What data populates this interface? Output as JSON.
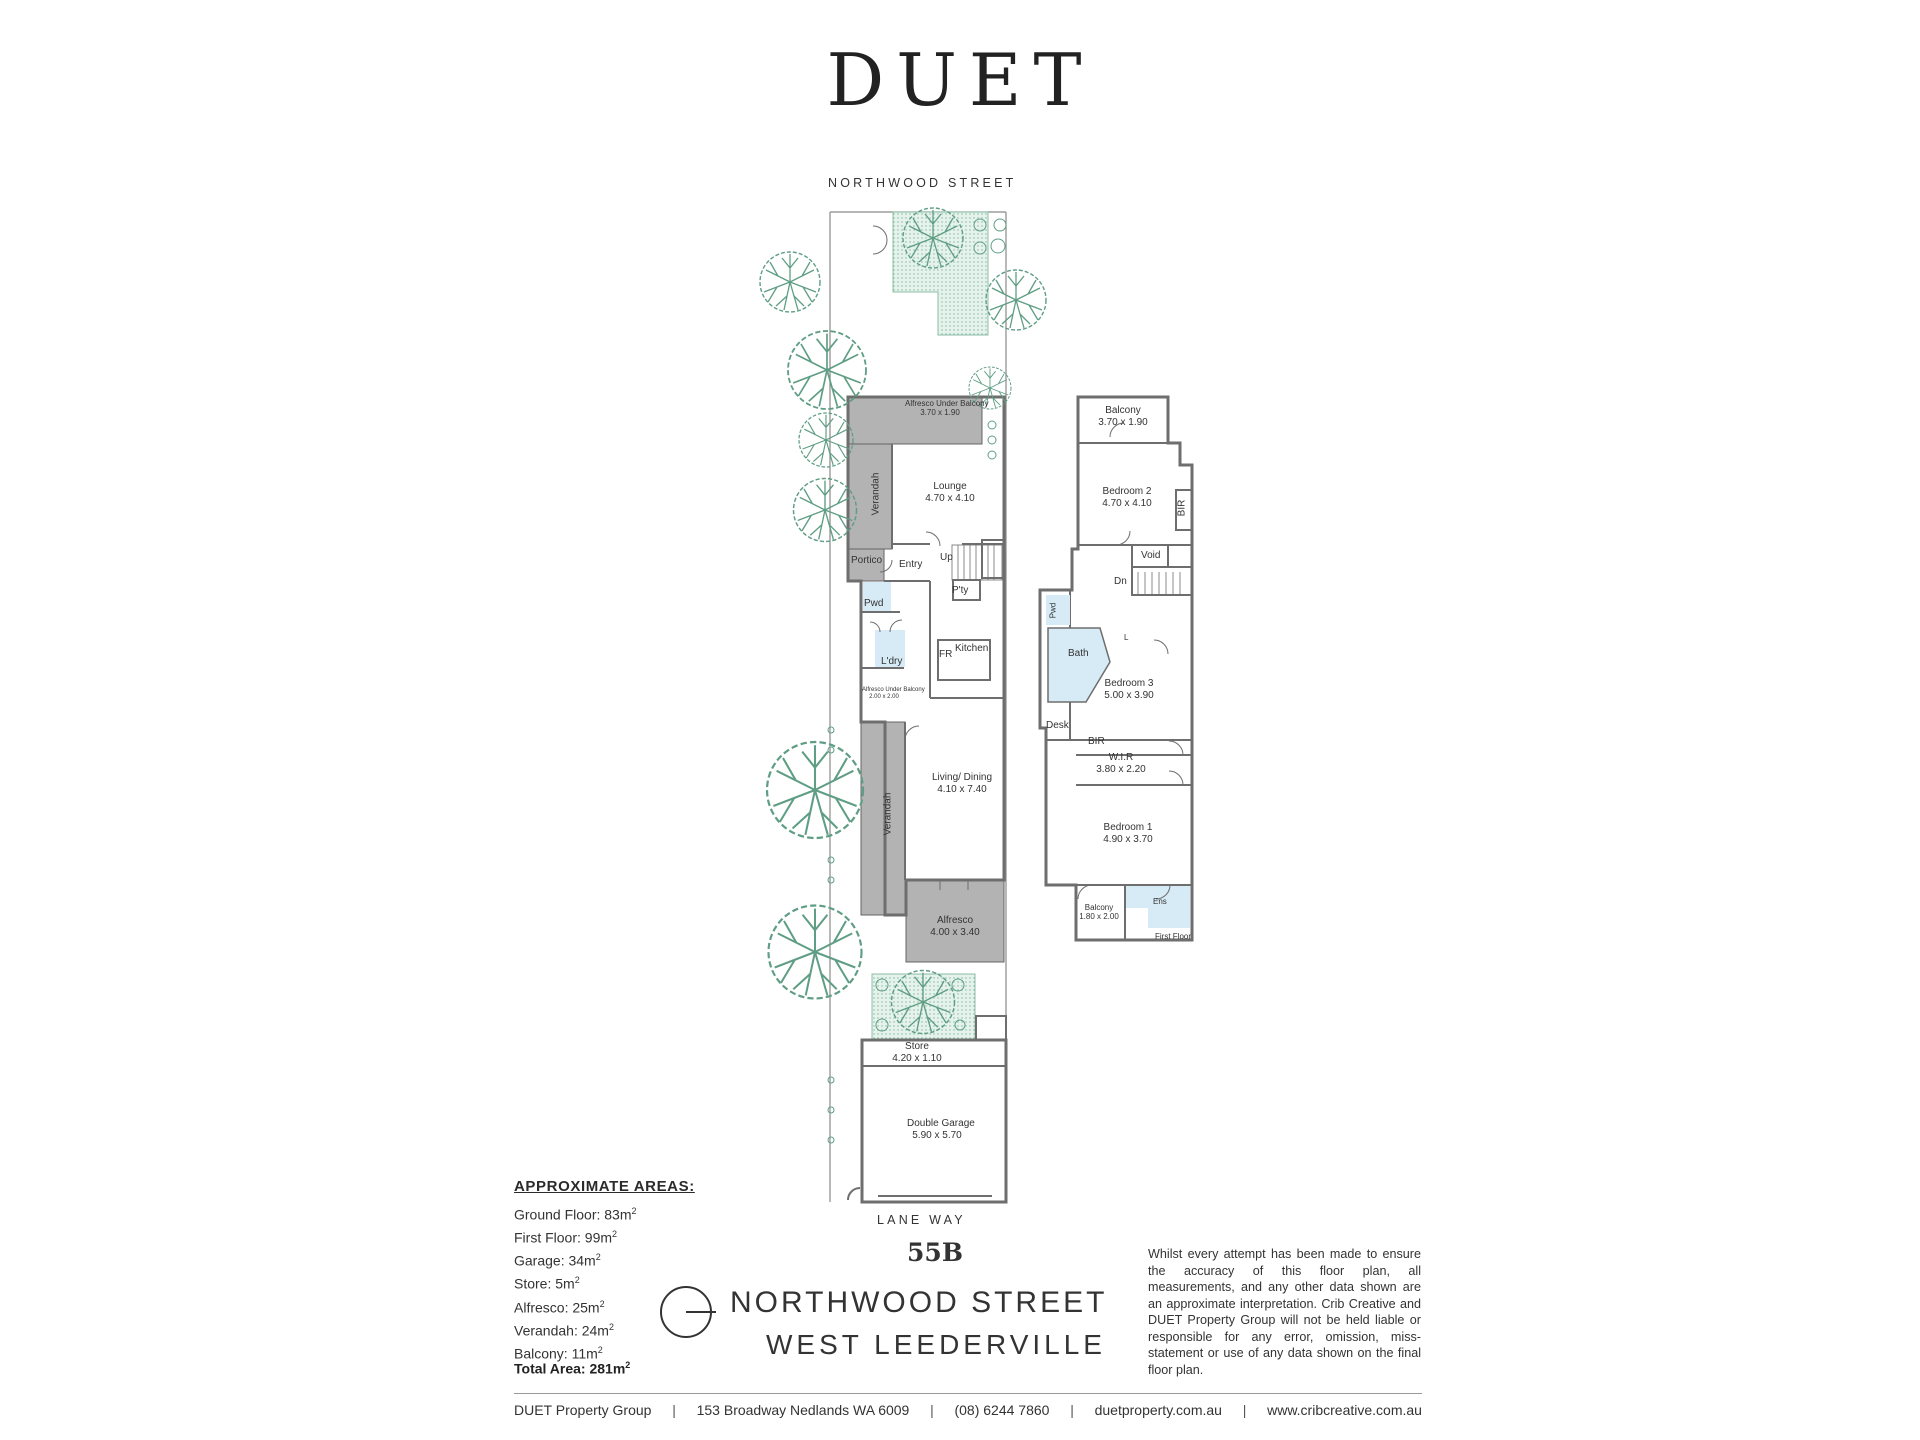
{
  "brand": "DUET",
  "streets": {
    "top": "NORTHWOOD STREET",
    "bottom": "LANE WAY"
  },
  "ground_floor_rooms": [
    {
      "name": "Alfresco Under Balcony",
      "size": "3.70 x 1.90"
    },
    {
      "name": "Verandah"
    },
    {
      "name": "Lounge",
      "size": "4.70 x 4.10"
    },
    {
      "name": "Portico"
    },
    {
      "name": "Entry"
    },
    {
      "name": "Up"
    },
    {
      "name": "P'ty"
    },
    {
      "name": "Pwd"
    },
    {
      "name": "Kitchen"
    },
    {
      "name": "FR"
    },
    {
      "name": "L'dry"
    },
    {
      "name": "Alfresco Under Balcony",
      "size": "2.00 x 2.00"
    },
    {
      "name": "Living/ Dining",
      "size": "4.10 x 7.40"
    },
    {
      "name": "Verandah"
    },
    {
      "name": "Alfresco",
      "size": "4.00 x 3.40"
    },
    {
      "name": "Store",
      "size": "4.20 x 1.10"
    },
    {
      "name": "Double Garage",
      "size": "5.90 x 5.70"
    }
  ],
  "first_floor_rooms": [
    {
      "name": "Balcony",
      "size": "3.70 x 1.90"
    },
    {
      "name": "Bedroom 2",
      "size": "4.70 x 4.10"
    },
    {
      "name": "BIR"
    },
    {
      "name": "Void"
    },
    {
      "name": "Dn"
    },
    {
      "name": "Pwd"
    },
    {
      "name": "L"
    },
    {
      "name": "Bath"
    },
    {
      "name": "Bedroom 3",
      "size": "5.00 x 3.90"
    },
    {
      "name": "Desk"
    },
    {
      "name": "BIR"
    },
    {
      "name": "W.I.R",
      "size": "3.80 x 2.20"
    },
    {
      "name": "Bedroom 1",
      "size": "4.90 x 3.70"
    },
    {
      "name": "Balcony",
      "size": "1.80 x 2.00"
    },
    {
      "name": "Ens"
    }
  ],
  "first_floor_caption": "First Floor",
  "areas": {
    "title": "APPROXIMATE AREAS:",
    "items": [
      "Ground Floor: 83m",
      "First Floor: 99m",
      "Garage: 34m",
      "Store: 5m",
      "Alfresco: 25m",
      "Verandah: 24m",
      "Balcony: 11m"
    ],
    "unit_power": "2",
    "total": "Total Area: 281m"
  },
  "address": {
    "number": "55B",
    "street": "NORTHWOOD STREET",
    "suburb": "WEST LEEDERVILLE"
  },
  "disclaimer": "Whilst every attempt has been made to ensure the accuracy of this floor plan, all measurements, and any other data shown are an approximate interpretation. Crib Creative and DUET Property Group will not be held liable or responsible for any error, omission, miss-statement or use of any data shown on the final floor plan.",
  "footer": {
    "company": "DUET Property Group",
    "address": "153 Broadway Nedlands WA 6009",
    "phone": "(08) 6244 7860",
    "website1": "duetproperty.com.au",
    "website2": "www.cribcreative.com.au",
    "separator": "|"
  },
  "colors": {
    "tree": "#5f9e84",
    "paving": "#a9a9a9",
    "wet_area": "#d6ebf6",
    "walls": "#6e6e6e",
    "lawn": "#cde6da"
  }
}
